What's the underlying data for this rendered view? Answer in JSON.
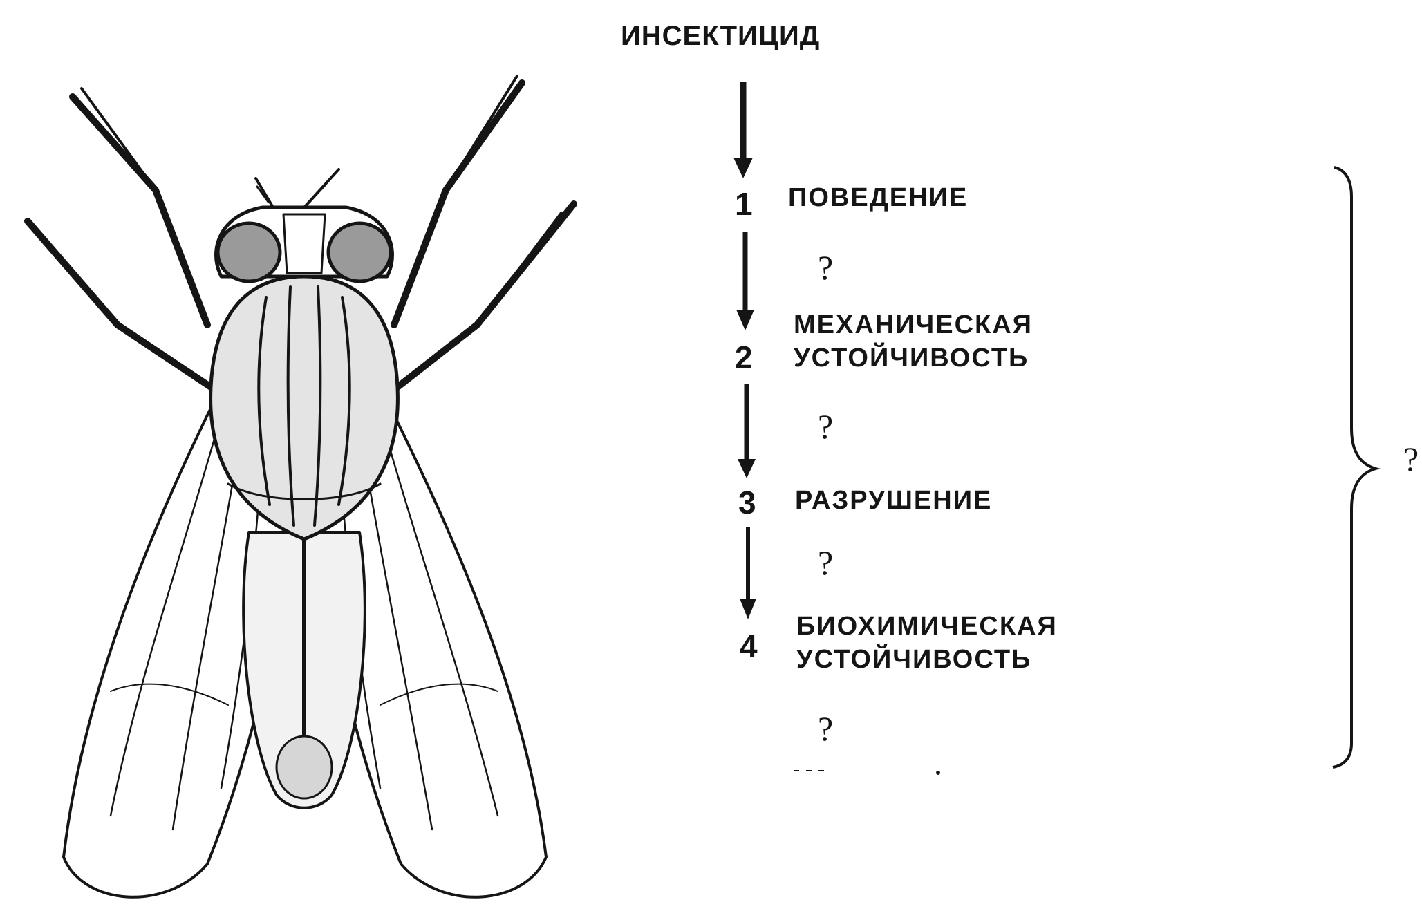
{
  "diagram": {
    "title": "ИНСЕКТИЦИД",
    "steps": [
      {
        "number": "1",
        "lines": [
          "ПОВЕДЕНИЕ"
        ]
      },
      {
        "number": "2",
        "lines": [
          "МЕХАНИЧЕСКАЯ",
          "УСТОЙЧИВОСТЬ"
        ]
      },
      {
        "number": "3",
        "lines": [
          "РАЗРУШЕНИЕ"
        ]
      },
      {
        "number": "4",
        "lines": [
          "БИОХИМИЧЕСКАЯ",
          "УСТОЙЧИВОСТЬ"
        ]
      }
    ],
    "question_marks": [
      "?",
      "?",
      "?",
      "?"
    ],
    "brace_question": "?"
  },
  "illustration": {
    "icon": "housefly-icon"
  },
  "colors": {
    "ink": "#151515",
    "background": "#ffffff"
  }
}
